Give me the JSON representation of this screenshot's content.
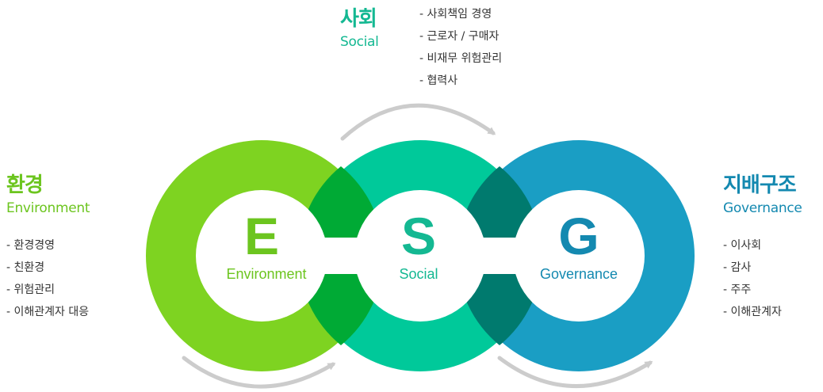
{
  "colors": {
    "environment": "#7ed321",
    "environment_text": "#6cc51f",
    "social": "#00c99a",
    "social_text": "#14b892",
    "governance": "#1a9ec4",
    "governance_text": "#1489b0",
    "overlap_env_social": "#00aa35",
    "overlap_social_gov": "#007a6e",
    "arrow": "#cccccc"
  },
  "circles": [
    {
      "letter": "E",
      "label": "Environment"
    },
    {
      "letter": "S",
      "label": "Social"
    },
    {
      "letter": "G",
      "label": "Governance"
    }
  ],
  "environment": {
    "title": "환경",
    "subtitle": "Environment",
    "items": [
      "- 환경경영",
      "- 친환경",
      "- 위험관리",
      "- 이해관계자 대응"
    ]
  },
  "social": {
    "title": "사회",
    "subtitle": "Social",
    "items": [
      "- 사회책임 경영",
      "- 근로자 / 구매자",
      "- 비재무 위험관리",
      "- 협력사"
    ]
  },
  "governance": {
    "title": "지배구조",
    "subtitle": "Governance",
    "items": [
      "- 이사회",
      "- 감사",
      "- 주주",
      "- 이해관계자"
    ]
  }
}
